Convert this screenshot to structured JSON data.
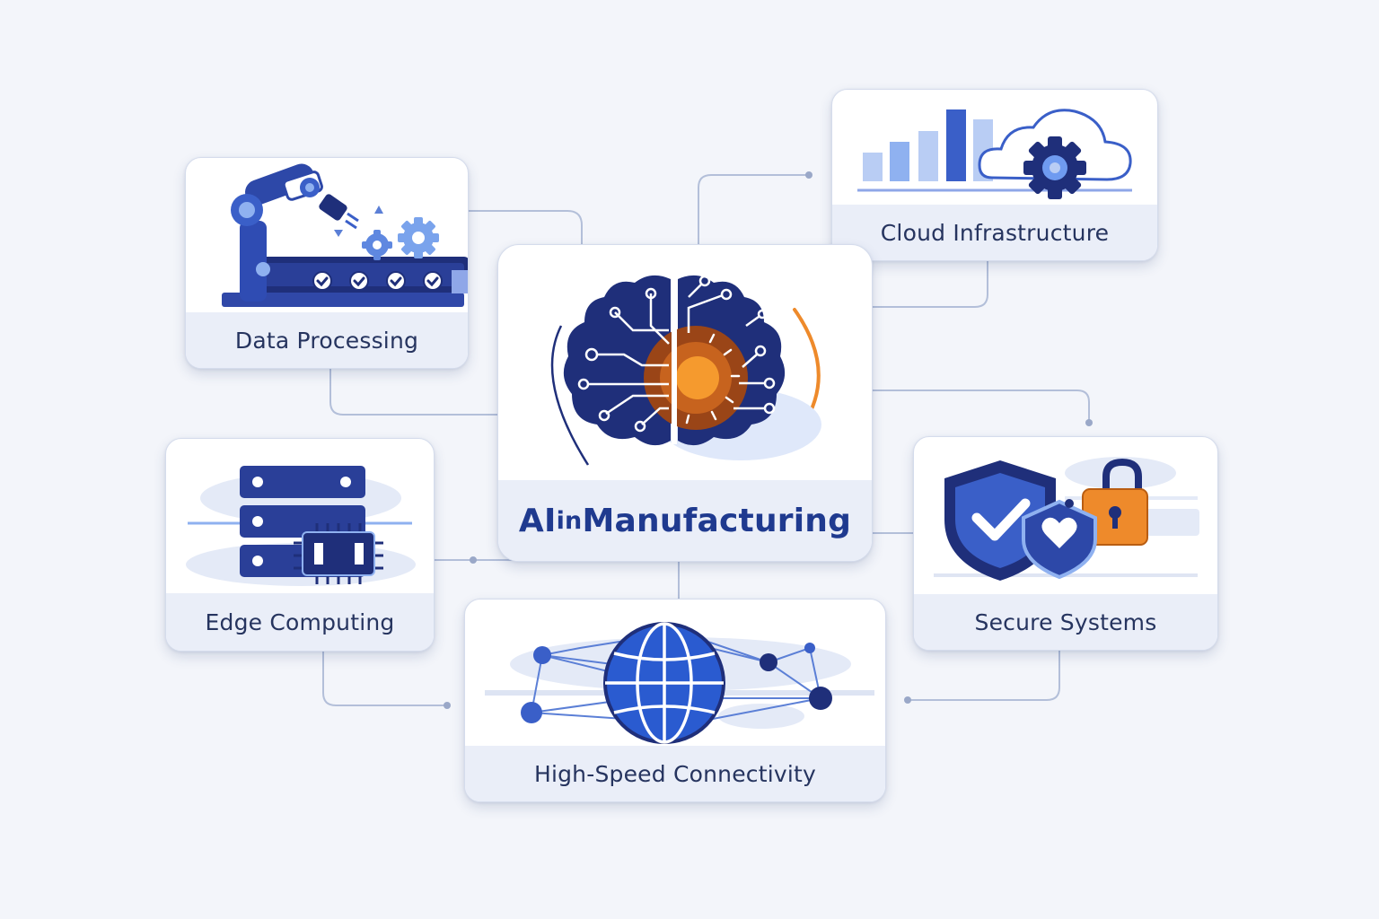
{
  "diagram": {
    "center": {
      "label_part1": "AI ",
      "label_part2": "in",
      "label_part3": " Manufacturing",
      "icon": "brain-circuit-icon"
    },
    "nodes": [
      {
        "id": "data-processing",
        "label": "Data Processing",
        "icon": "robot-arm-conveyor-icon"
      },
      {
        "id": "cloud-infrastructure",
        "label": "Cloud Infrastructure",
        "icon": "cloud-gear-chart-icon"
      },
      {
        "id": "edge-computing",
        "label": "Edge Computing",
        "icon": "server-chip-icon"
      },
      {
        "id": "secure-systems",
        "label": "Secure Systems",
        "icon": "shield-lock-icon"
      },
      {
        "id": "high-speed-connectivity",
        "label": "High-Speed Connectivity",
        "icon": "globe-network-icon"
      }
    ],
    "colors": {
      "navy": "#1f2f7a",
      "blue": "#3a5fc8",
      "light_blue": "#8fb1f0",
      "orange": "#ee8a2b",
      "connector": "#aebad6",
      "label_bg": "#eaeef8"
    }
  }
}
